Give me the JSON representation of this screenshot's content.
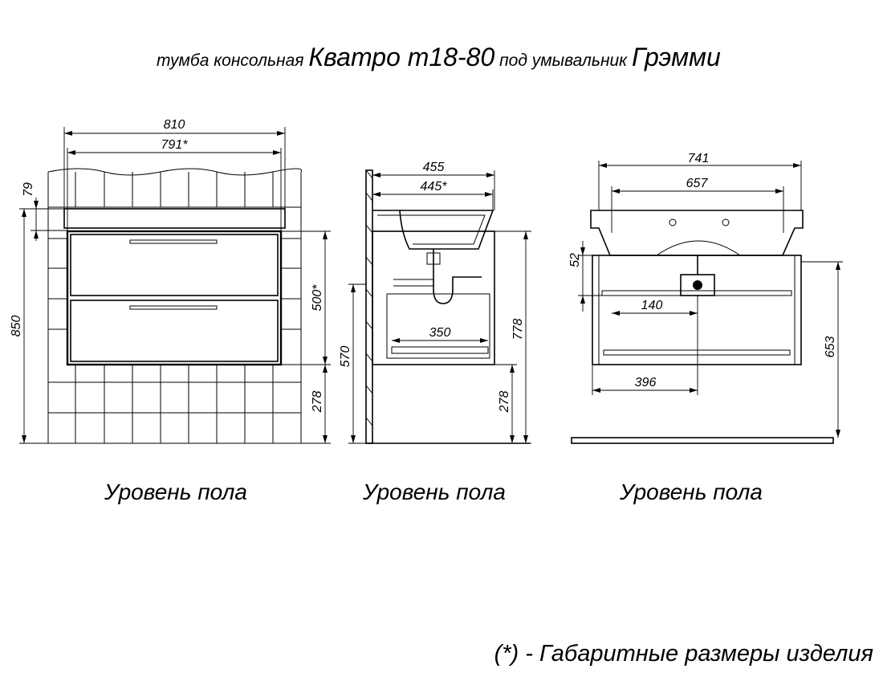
{
  "title": {
    "part1": "тумба консольная ",
    "part2": "Кватро т18-80",
    "part3": " под умывальник ",
    "part4": "Грэмми"
  },
  "front_view": {
    "dim_width_total": "810",
    "dim_width_body": "791*",
    "dim_top": "79",
    "dim_height_total": "850",
    "dim_body_height": "500*",
    "dim_floor_gap": "278",
    "floor_label": "Уровень пола"
  },
  "side_view": {
    "dim_depth_total": "455",
    "dim_depth_body": "445*",
    "dim_height_570": "570",
    "dim_height_778": "778",
    "dim_floor_gap": "278",
    "dim_drawer": "350",
    "floor_label": "Уровень пола"
  },
  "back_view": {
    "dim_width_741": "741",
    "dim_width_657": "657",
    "dim_52": "52",
    "dim_140": "140",
    "dim_396": "396",
    "dim_653": "653",
    "floor_label": "Уровень пола"
  },
  "footnote": "(*) - Габаритные размеры изделия"
}
